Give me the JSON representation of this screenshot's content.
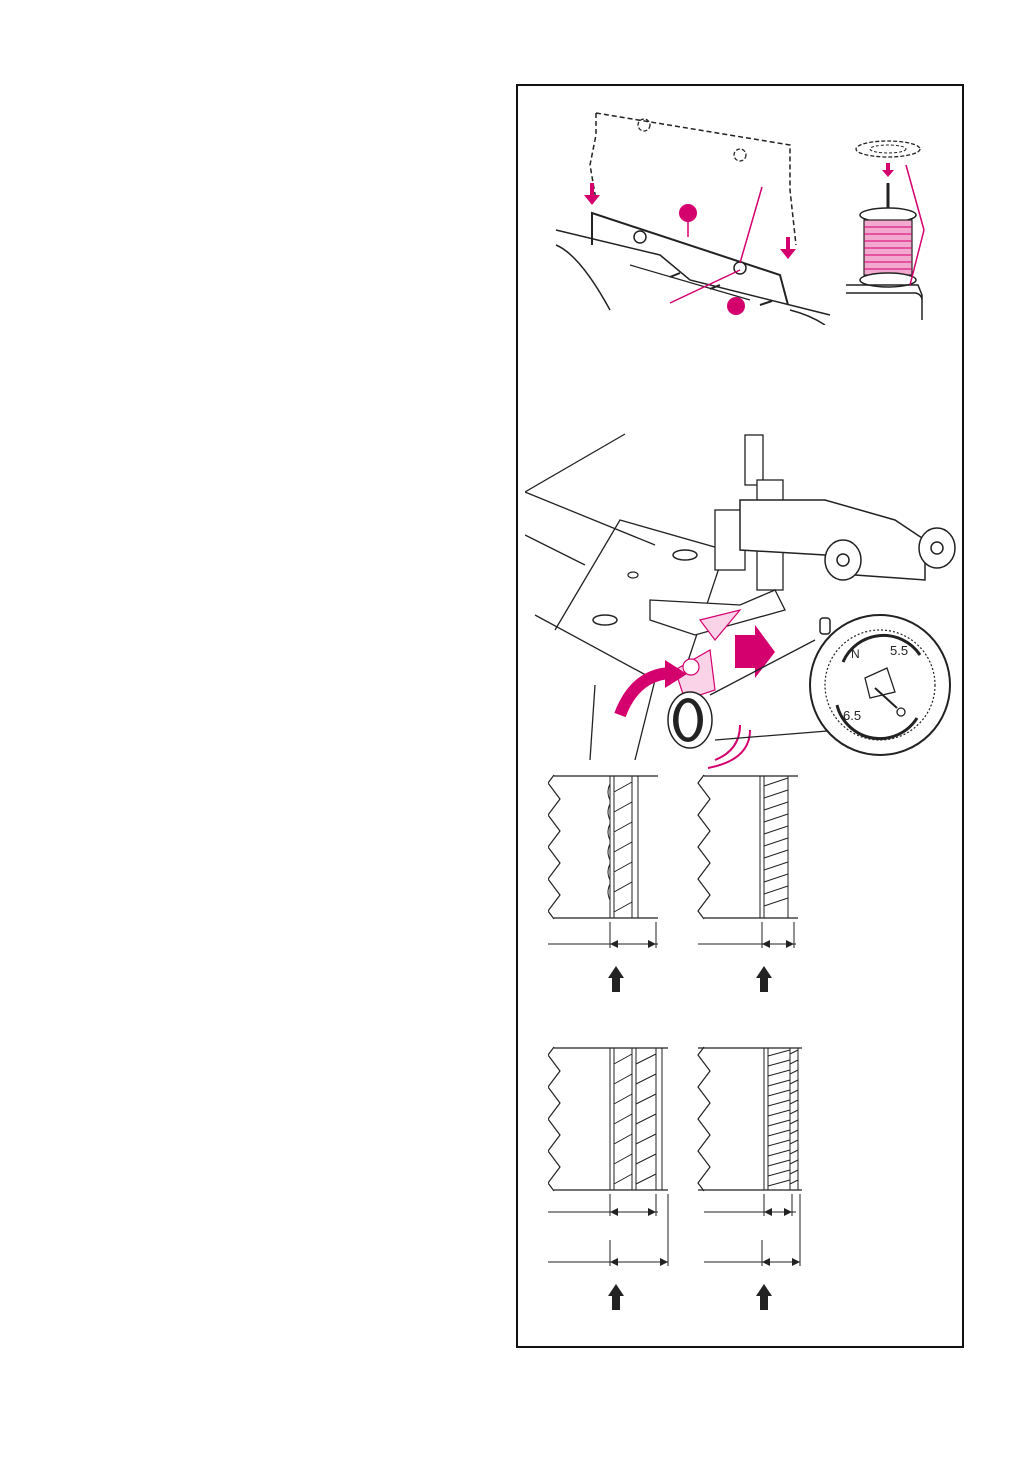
{
  "accent_color": "#d4006e",
  "line_color": "#222222",
  "icons": {
    "thread_guide": "thread-guide-antenna-icon",
    "spool": "spool-cap-icon",
    "arrow": "down-arrow-icon"
  },
  "dial": {
    "top_mark": "0",
    "label_a": "5.5",
    "label_n": "N",
    "label_b": "6.5"
  }
}
